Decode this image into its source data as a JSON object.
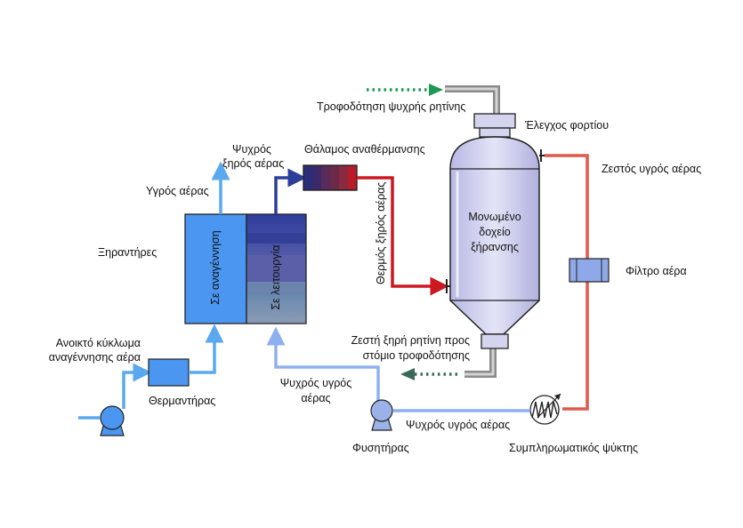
{
  "labels": {
    "cold_resin_feed": "Τροφοδότηση ψυχρής ρητίνης",
    "load_control": "Έλεγχος φορτίου",
    "hot_humid_air": "Ζεστός υγρός αέρας",
    "air_filter": "Φίλτρο αέρα",
    "insulated_hopper": [
      "Μονωμένο",
      "δοχείο",
      "ξήρανσης"
    ],
    "reheat_chamber": "Θάλαμος αναθέρμανσης",
    "cold_dry_air": [
      "Ψυχρός",
      "ξηρός αέρας"
    ],
    "humid_air": "Υγρός αέρας",
    "dryers": "Ξηραντήρες",
    "in_regeneration": "Σε αναγέννηση",
    "in_operation": "Σε λειτουργία",
    "hot_dry_air": "Θερμός ξηρός αέρας",
    "hot_dry_resin": [
      "Ζεστή ξηρή ρητίνη προς",
      "στόμιο τροφοδότησης"
    ],
    "open_loop": [
      "Ανοικτό κύκλωμα",
      "αναγέννησης αέρα"
    ],
    "heater": "Θερμαντήρας",
    "cold_humid_air_left": [
      "Ψυχρός υγρός",
      "αέρας"
    ],
    "cold_humid_air_bottom": "Ψυχρός υγρός αέρας",
    "blower": "Φυσητήρας",
    "aftercooler": "Συμπληρωματικός ψύκτης"
  },
  "colors": {
    "light_blue": "#5aa8f0",
    "pale_blue": "#8fb0f0",
    "navy": "#2a3e9a",
    "red": "#cc1820",
    "salmon": "#de5a4c",
    "green": "#1a9a52",
    "gray_pipe": "#8a8a8a"
  }
}
